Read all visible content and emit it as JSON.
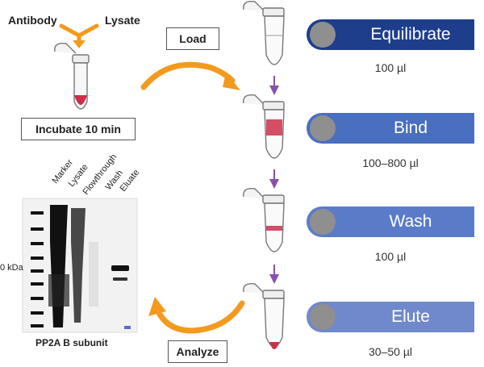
{
  "top": {
    "antibody": "Antibody",
    "lysate": "Lysate",
    "load": "Load",
    "incubate": "Incubate 10 min"
  },
  "gel": {
    "lanes": [
      "Marker",
      "Lysate",
      "Flowthrough",
      "Wash",
      "Eluate"
    ],
    "kda_label": "0 kDa",
    "caption": "PP2A B subunit"
  },
  "analyze": "Analyze",
  "steps": [
    {
      "label": "Equilibrate",
      "volume": "100 µl",
      "color": "#1e3e8c"
    },
    {
      "label": "Bind",
      "volume": "100–800 µl",
      "color": "#4a6ec0"
    },
    {
      "label": "Wash",
      "volume": "100 µl",
      "color": "#5a7cc8"
    },
    {
      "label": "Elute",
      "volume": "30–50 µl",
      "color": "#7088cc"
    }
  ],
  "colors": {
    "arrow": "#f39a1e",
    "connector": "#8a4fb0",
    "sample": "#cc2f4a"
  }
}
